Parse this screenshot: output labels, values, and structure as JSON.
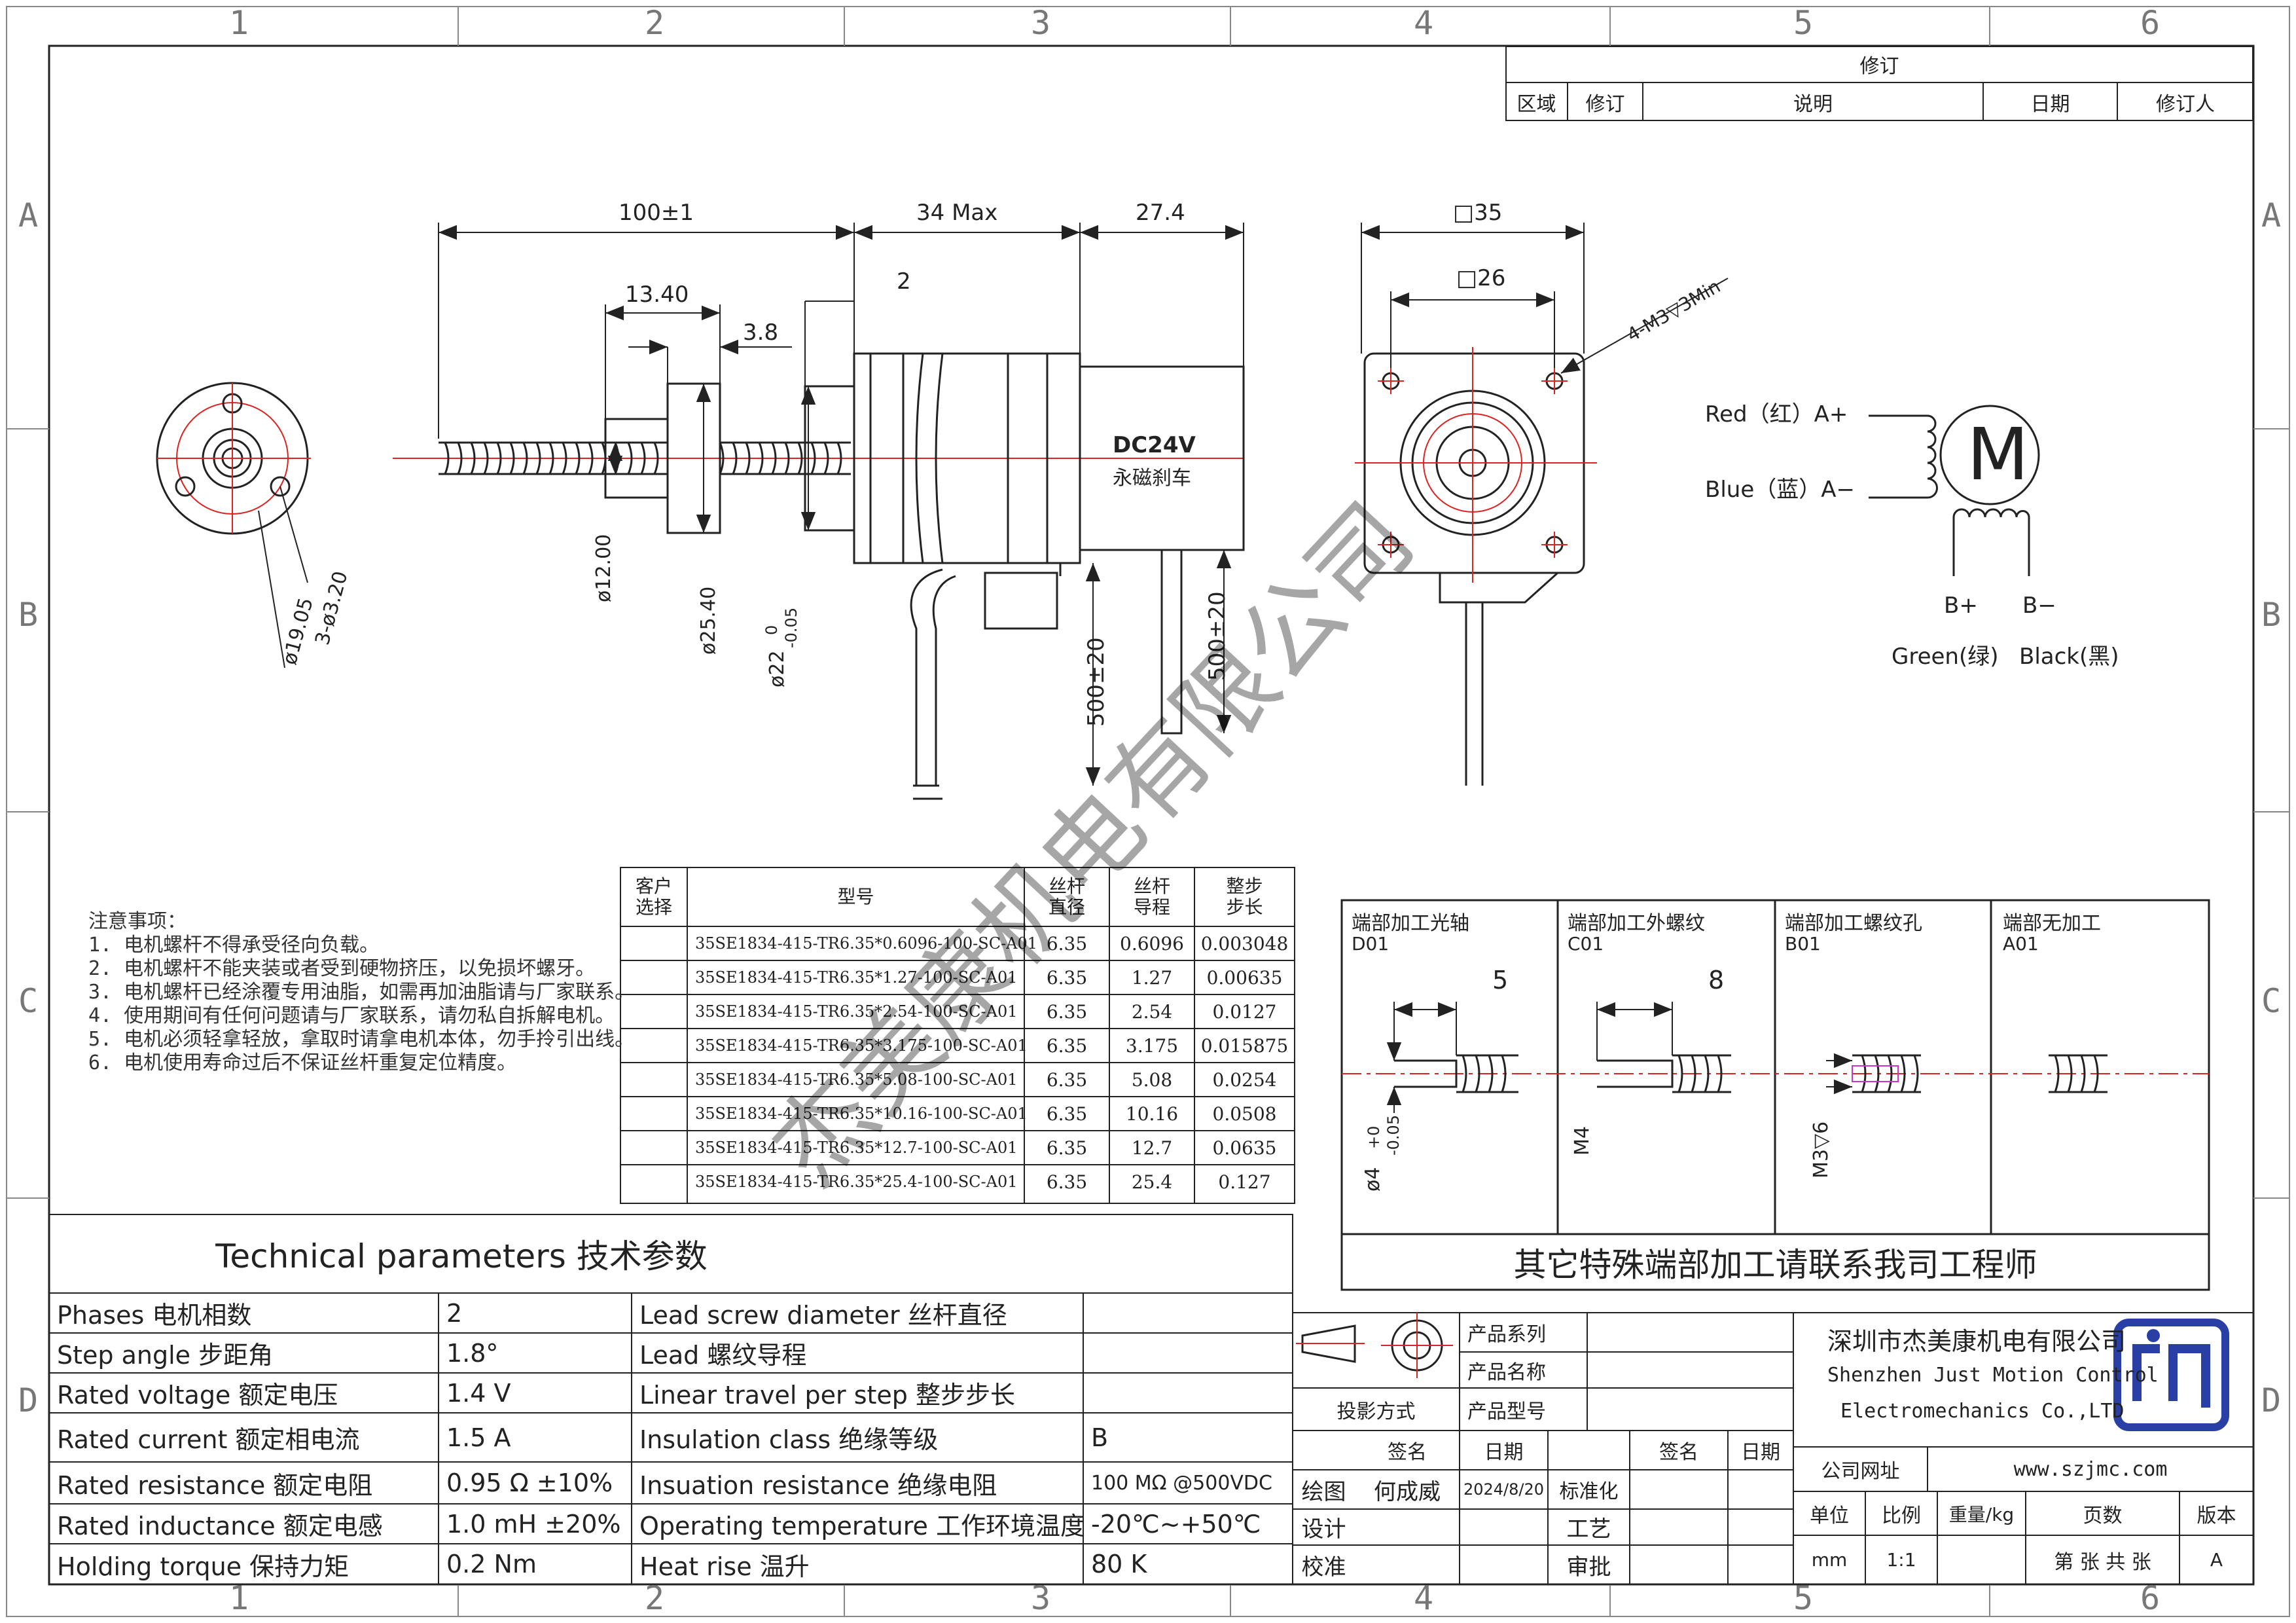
{
  "grid": {
    "cols": [
      "1",
      "2",
      "3",
      "4",
      "5",
      "6"
    ],
    "rows": [
      "A",
      "B",
      "C",
      "D"
    ]
  },
  "revision": {
    "title": "修订",
    "headers": [
      "区域",
      "修订",
      "说明",
      "日期",
      "修订人"
    ]
  },
  "drawing": {
    "side_view": {
      "dim_screw_length": "100±1",
      "dim_body": "34 Max",
      "dim_brake": "27.4",
      "dim_nut_len": "13.40",
      "dim_flange": "3.8",
      "dim_step": "2",
      "dim_screw_dia": "ø12.00",
      "dim_nut_dia": "ø25.40",
      "dim_boss_dia": "ø22",
      "dim_boss_tol_up": "0",
      "dim_boss_tol_down": "-0.05",
      "dim_lead1": "500±20",
      "dim_lead2": "500±20",
      "brake_voltage": "DC24V",
      "brake_label": "永磁刹车"
    },
    "nut_view": {
      "dim_pcd": "ø19.05",
      "dim_holes": "3-ø3.20"
    },
    "front_view": {
      "dim_width": "□35",
      "dim_hole_spacing": "□26",
      "dim_thread": "4-M3▽3Min"
    },
    "wiring": {
      "red": "Red（红）A+",
      "blue": "Blue（蓝）A−",
      "motor": "M",
      "b_plus": "B+",
      "b_minus": "B−",
      "green": "Green(绿)",
      "black": "Black(黑)"
    }
  },
  "notes": {
    "title": "注意事项：",
    "items": [
      "1. 电机螺杆不得承受径向负载。",
      "2. 电机螺杆不能夹装或者受到硬物挤压，以免损坏螺牙。",
      "3. 电机螺杆已经涂覆专用油脂，如需再加油脂请与厂家联系。",
      "4. 使用期间有任何问题请与厂家联系，请勿私自拆解电机。",
      "5. 电机必须轻拿轻放，拿取时请拿电机本体，勿手拎引出线。",
      "6. 电机使用寿命过后不保证丝杆重复定位精度。"
    ]
  },
  "model_table": {
    "headers": [
      "客户\n选择",
      "型号",
      "丝杆\n直径",
      "丝杆\n导程",
      "整步\n步长"
    ],
    "rows": [
      [
        "",
        "35SE1834-415-TR6.35*0.6096-100-SC-A01",
        "6.35",
        "0.6096",
        "0.003048"
      ],
      [
        "",
        "35SE1834-415-TR6.35*1.27-100-SC-A01",
        "6.35",
        "1.27",
        "0.00635"
      ],
      [
        "",
        "35SE1834-415-TR6.35*2.54-100-SC-A01",
        "6.35",
        "2.54",
        "0.0127"
      ],
      [
        "",
        "35SE1834-415-TR6.35*3.175-100-SC-A01",
        "6.35",
        "3.175",
        "0.015875"
      ],
      [
        "",
        "35SE1834-415-TR6.35*5.08-100-SC-A01",
        "6.35",
        "5.08",
        "0.0254"
      ],
      [
        "",
        "35SE1834-415-TR6.35*10.16-100-SC-A01",
        "6.35",
        "10.16",
        "0.0508"
      ],
      [
        "",
        "35SE1834-415-TR6.35*12.7-100-SC-A01",
        "6.35",
        "12.7",
        "0.0635"
      ],
      [
        "",
        "35SE1834-415-TR6.35*25.4-100-SC-A01",
        "6.35",
        "25.4",
        "0.127"
      ]
    ]
  },
  "end_options": {
    "panels": [
      {
        "title": "端部加工光轴",
        "code": "D01",
        "dim": "5",
        "note": "ø4",
        "tol_up": "+0",
        "tol_down": "-0.05"
      },
      {
        "title": "端部加工外螺纹",
        "code": "C01",
        "dim": "8",
        "note": "M4",
        "tol_up": "",
        "tol_down": ""
      },
      {
        "title": "端部加工螺纹孔",
        "code": "B01",
        "dim": "",
        "note": "M3▽6",
        "tol_up": "",
        "tol_down": ""
      },
      {
        "title": "端部无加工",
        "code": "A01",
        "dim": "",
        "note": "",
        "tol_up": "",
        "tol_down": ""
      }
    ],
    "footer": "其它特殊端部加工请联系我司工程师"
  },
  "tech": {
    "title": "Technical parameters 技术参数",
    "left": [
      [
        "Phases 电机相数",
        "2"
      ],
      [
        "Step angle 步距角",
        "1.8°"
      ],
      [
        "Rated voltage 额定电压",
        "1.4 V"
      ],
      [
        "Rated current 额定相电流",
        "1.5 A"
      ],
      [
        "Rated resistance 额定电阻",
        "0.95 Ω  ±10%"
      ],
      [
        "Rated inductance 额定电感",
        "1.0 mH ±20%"
      ],
      [
        "Holding torque 保持力矩",
        "0.2 Nm"
      ]
    ],
    "right": [
      [
        "Lead screw diameter 丝杆直径",
        ""
      ],
      [
        "Lead 螺纹导程",
        ""
      ],
      [
        "Linear travel per step 整步步长",
        ""
      ],
      [
        "Insulation class 绝缘等级",
        "B"
      ],
      [
        "Insuation resistance 绝缘电阻",
        "100 MΩ @500VDC"
      ],
      [
        "Operating temperature 工作环境温度",
        "-20℃~+50℃"
      ],
      [
        "Heat rise 温升",
        "80 K"
      ]
    ]
  },
  "title_block": {
    "product_series": "产品系列",
    "product_name": "产品名称",
    "projection": "投影方式",
    "product_model": "产品型号",
    "sign": "签名",
    "date": "日期",
    "sign2": "签名",
    "date2": "日期",
    "draw": "绘图",
    "drawer": "何成威",
    "draw_date": "2024/8/20",
    "standard": "标准化",
    "design": "设计",
    "process": "工艺",
    "check": "校准",
    "approve": "审批",
    "company_cn": "深圳市杰美康机电有限公司",
    "company_en1": "Shenzhen Just Motion Control",
    "company_en2": "Electromechanics Co.,LTD",
    "website_label": "公司网址",
    "website": "www.szjmc.com",
    "unit": "单位",
    "scale": "比例",
    "weight": "重量/kg",
    "pages": "页数",
    "version": "版本",
    "unit_val": "mm",
    "scale_val": "1:1",
    "pages_val": "第 张 共 张",
    "version_val": "A"
  },
  "watermark": "杰美康机电有限公司"
}
